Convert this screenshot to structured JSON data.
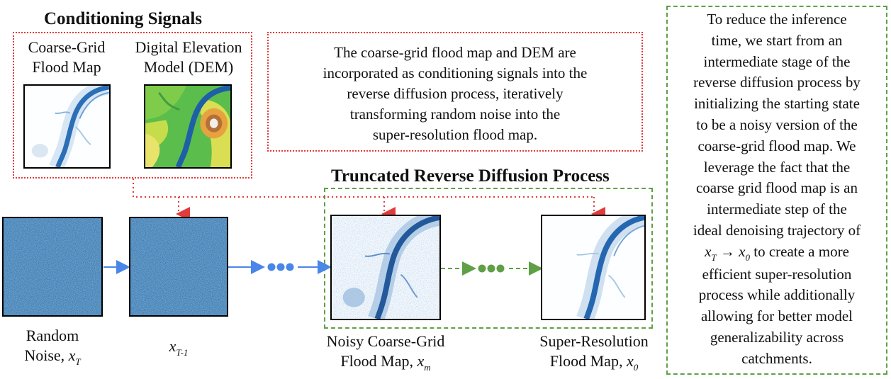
{
  "conditioning": {
    "title": "Conditioning Signals",
    "coarse_label_1": "Coarse-Grid",
    "coarse_label_2": "Flood Map",
    "dem_label_1": "Digital Elevation",
    "dem_label_2": "Model (DEM)"
  },
  "description_box": {
    "lines": [
      "The coarse-grid flood map and DEM are",
      "incorporated as conditioning signals into the",
      "reverse diffusion process, iteratively",
      "transforming random noise into the",
      "super-resolution flood map."
    ]
  },
  "truncated": {
    "title": "Truncated Reverse Diffusion Process"
  },
  "labels": {
    "random_1": "Random",
    "random_2": "Noise,",
    "random_var": "x",
    "random_sub": "T",
    "xt1_var": "x",
    "xt1_sub": "T-1",
    "noisy_1": "Noisy Coarse-Grid",
    "noisy_2": "Flood Map,",
    "noisy_var": "x",
    "noisy_sub": "m",
    "sr_1": "Super-Resolution",
    "sr_2": "Flood Map,",
    "sr_var": "x",
    "sr_sub": "0"
  },
  "side_text": {
    "lines_a": [
      "To reduce the inference",
      "time, we start from an",
      "intermediate stage of the",
      "reverse diffusion process by",
      "initializing the starting state",
      "to be a noisy version of the",
      "coarse-grid flood map. We",
      "leverage the fact that the",
      "coarse grid flood map is an",
      "intermediate step of the",
      "ideal denoising trajectory of"
    ],
    "math_from_var": "x",
    "math_from_sub": "T",
    "math_arrow": "→",
    "math_to_var": "x",
    "math_to_sub": "0",
    "math_rest": " to create a more",
    "lines_b": [
      "efficient super-resolution",
      "process while additionally",
      "allowing for better model",
      "generalizability across",
      "catchments."
    ]
  },
  "colors": {
    "red_dotted": "#e23b3b",
    "green_dashed": "#5fa046",
    "blue_arrow": "#4a86e8",
    "river_blue": "#1f5fa8"
  }
}
